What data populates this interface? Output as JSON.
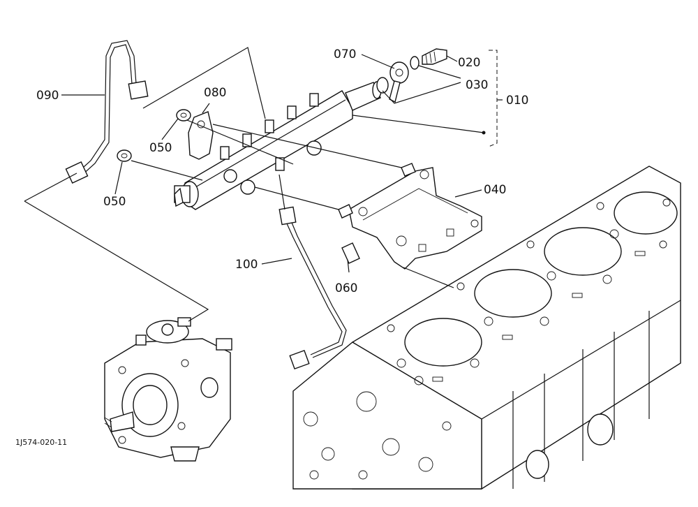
{
  "diagram": {
    "reference_code": "1J574-020-11",
    "labels": [
      {
        "id": "010",
        "text": "010"
      },
      {
        "id": "020",
        "text": "020"
      },
      {
        "id": "030",
        "text": "030"
      },
      {
        "id": "040",
        "text": "040"
      },
      {
        "id": "050a",
        "text": "050"
      },
      {
        "id": "050b",
        "text": "050"
      },
      {
        "id": "060",
        "text": "060"
      },
      {
        "id": "070",
        "text": "070"
      },
      {
        "id": "080",
        "text": "080"
      },
      {
        "id": "090",
        "text": "090"
      },
      {
        "id": "100",
        "text": "100"
      }
    ]
  }
}
